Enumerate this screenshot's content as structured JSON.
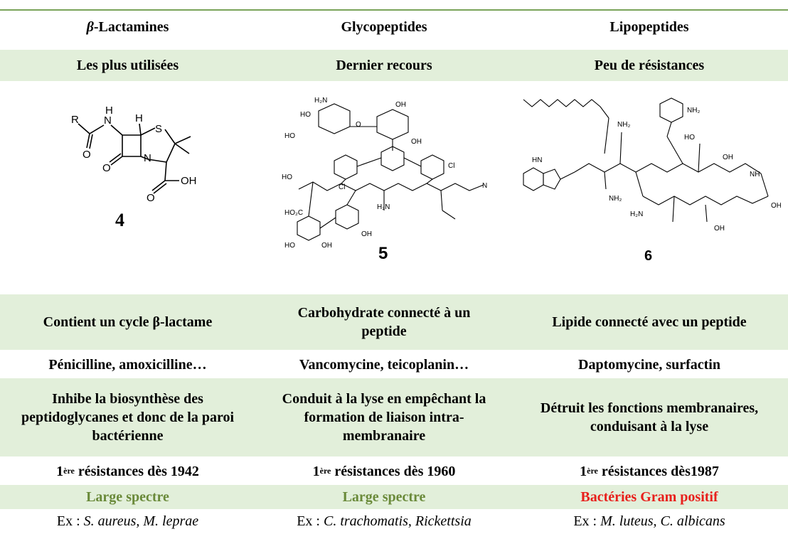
{
  "headers": {
    "c1_beta": "β",
    "c1_rest": "-Lactamines",
    "c2": "Glycopeptides",
    "c3": "Lipopeptides"
  },
  "usage": {
    "c1": "Les plus utilisées",
    "c2": "Dernier recours",
    "c3": "Peu de résistances"
  },
  "structures": {
    "c1_number": "4",
    "c2_number": "5",
    "c3_number": "6",
    "c1_labels": {
      "R": "R",
      "N": "N",
      "H": "H",
      "H2": "H",
      "S": "S",
      "O1": "O",
      "O2": "O",
      "N2": "N",
      "O3": "O",
      "OH": "OH"
    }
  },
  "feature": {
    "c1": "Contient un cycle β-lactame",
    "c2": "Carbohydrate connecté à un peptide",
    "c3": "Lipide connecté avec un peptide"
  },
  "examples_drugs": {
    "c1": "Pénicilline, amoxicilline…",
    "c2": "Vancomycine, teicoplanin…",
    "c3": "Daptomycine, surfactin"
  },
  "mechanism": {
    "c1": "Inhibe la biosynthèse des peptidoglycanes et donc de la paroi bactérienne",
    "c2": "Conduit à la lyse en empêchant la formation de liaison intra-membranaire",
    "c3": "Détruit les fonctions membranaires, conduisant à la lyse"
  },
  "resistance": {
    "prefix": "1",
    "sup": "ère",
    "c1_rest": " résistances dès 1942",
    "c2_rest": " résistances dès 1960",
    "c3_rest": " résistances dès1987"
  },
  "spectrum": {
    "c1": "Large spectre",
    "c2": "Large spectre",
    "c3": "Bactéries Gram positif",
    "colors": {
      "green": "#6a8a3a",
      "red": "#e8201c",
      "shade": "#e2efda",
      "rule": "#7aa35a"
    }
  },
  "organisms": {
    "ex": "Ex : ",
    "c1": "S. aureus, M. leprae",
    "c2": "C. trachomatis, Rickettsia",
    "c3": "M. luteus, C. albicans"
  }
}
